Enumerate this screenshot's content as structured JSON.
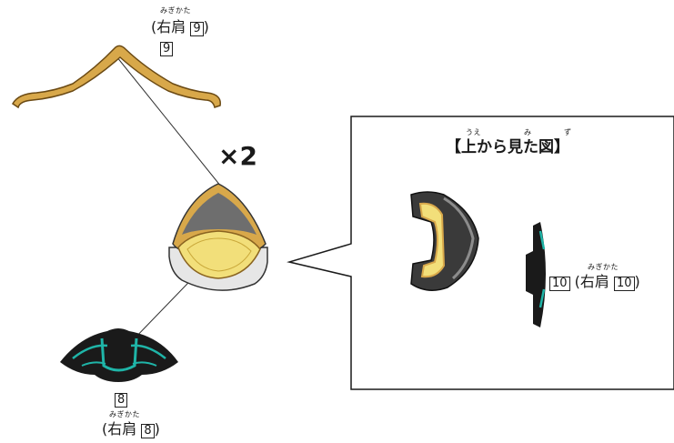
{
  "labels": {
    "top_part_reading": "みぎかた",
    "top_part_name": "(右肩",
    "top_part_num": "9",
    "top_part_close": ")",
    "top_part_id": "9",
    "multiplier": "×2",
    "bottom_part_id": "8",
    "bottom_part_reading": "みぎかた",
    "bottom_part_name": "(右肩",
    "bottom_part_num": "8",
    "bottom_part_close": ")",
    "callout_title": "【上から見た図】",
    "callout_title_reading_ue": "うえ",
    "callout_title_reading_mi": "み",
    "callout_title_reading_zu": "ず",
    "right_part_id": "10",
    "right_part_reading": "みぎかた",
    "right_part_name": "(右肩",
    "right_part_num": "10",
    "right_part_close": ")"
  },
  "colors": {
    "gold": "#d8a84a",
    "gold_dark": "#8a6420",
    "yellow": "#f2df7a",
    "gray": "#7a7a7a",
    "dark": "#2a2a2a",
    "teal": "#1fb5a8"
  },
  "icons": [
    "shoulder-armor-piece",
    "gold-arch-piece",
    "teal-cap-piece",
    "side-view-piece",
    "curved-strip-piece"
  ]
}
